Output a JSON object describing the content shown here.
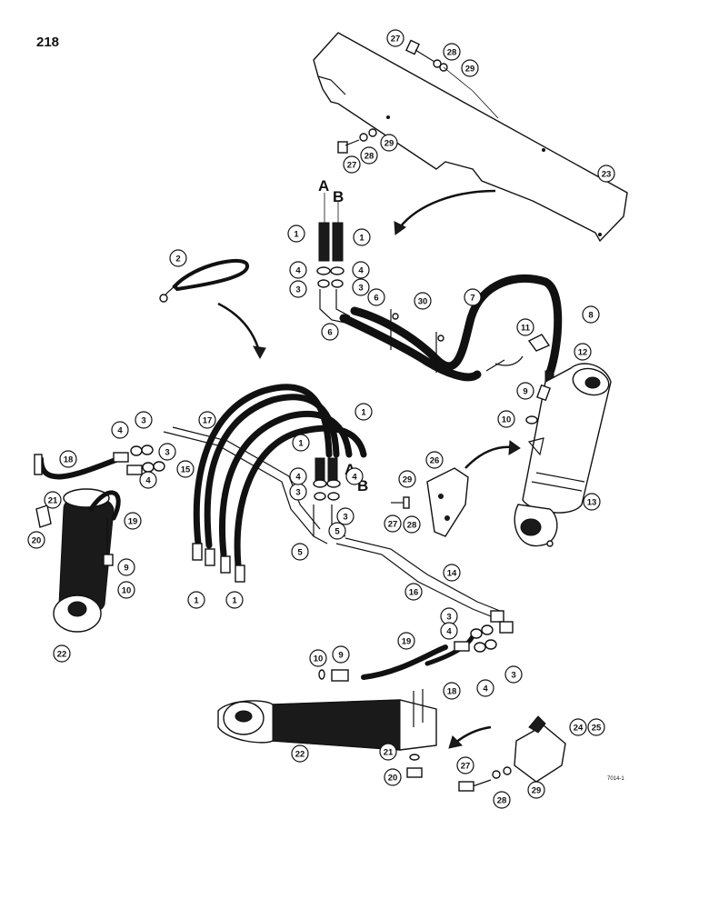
{
  "page": {
    "number": "218",
    "figure_code": "7014-1"
  },
  "port_labels": [
    "A",
    "B"
  ],
  "callouts": [
    {
      "label": "1"
    },
    {
      "label": "1"
    },
    {
      "label": "1"
    },
    {
      "label": "1"
    },
    {
      "label": "1"
    },
    {
      "label": "1"
    },
    {
      "label": "2"
    },
    {
      "label": "3"
    },
    {
      "label": "3"
    },
    {
      "label": "3"
    },
    {
      "label": "3"
    },
    {
      "label": "3"
    },
    {
      "label": "3"
    },
    {
      "label": "3"
    },
    {
      "label": "3"
    },
    {
      "label": "4"
    },
    {
      "label": "4"
    },
    {
      "label": "4"
    },
    {
      "label": "4"
    },
    {
      "label": "4"
    },
    {
      "label": "4"
    },
    {
      "label": "4"
    },
    {
      "label": "4"
    },
    {
      "label": "5"
    },
    {
      "label": "5"
    },
    {
      "label": "6"
    },
    {
      "label": "6"
    },
    {
      "label": "7"
    },
    {
      "label": "8"
    },
    {
      "label": "9"
    },
    {
      "label": "9"
    },
    {
      "label": "9"
    },
    {
      "label": "10"
    },
    {
      "label": "10"
    },
    {
      "label": "10"
    },
    {
      "label": "11"
    },
    {
      "label": "12"
    },
    {
      "label": "13"
    },
    {
      "label": "14"
    },
    {
      "label": "15"
    },
    {
      "label": "16"
    },
    {
      "label": "17"
    },
    {
      "label": "18"
    },
    {
      "label": "18"
    },
    {
      "label": "19"
    },
    {
      "label": "19"
    },
    {
      "label": "20"
    },
    {
      "label": "20"
    },
    {
      "label": "21"
    },
    {
      "label": "21"
    },
    {
      "label": "22"
    },
    {
      "label": "22"
    },
    {
      "label": "23"
    },
    {
      "label": "24"
    },
    {
      "label": "25"
    },
    {
      "label": "26"
    },
    {
      "label": "27"
    },
    {
      "label": "27"
    },
    {
      "label": "27"
    },
    {
      "label": "27"
    },
    {
      "label": "28"
    },
    {
      "label": "28"
    },
    {
      "label": "28"
    },
    {
      "label": "28"
    },
    {
      "label": "29"
    },
    {
      "label": "29"
    },
    {
      "label": "29"
    },
    {
      "label": "29"
    },
    {
      "label": "30"
    }
  ]
}
